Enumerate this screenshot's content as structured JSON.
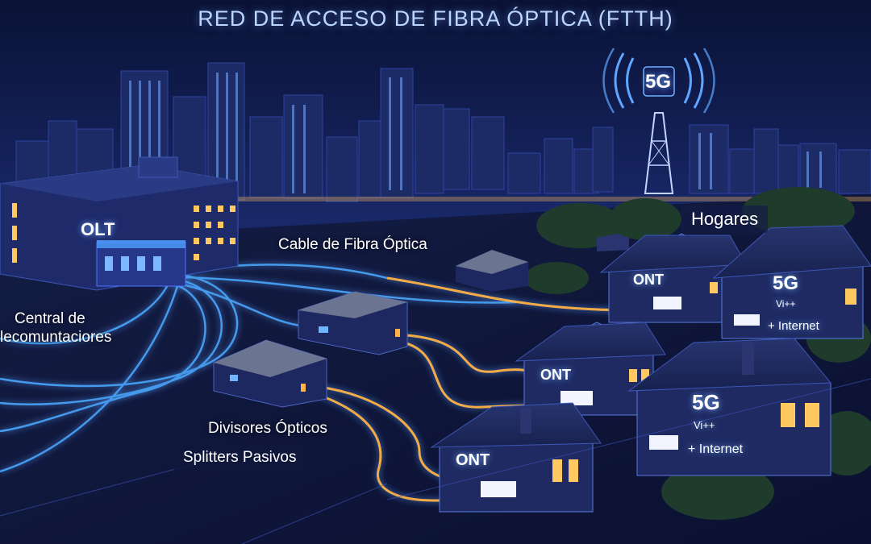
{
  "title": "RED DE ACCESO DE FIBRA ÓPTICA (FTTH)",
  "labels": {
    "olt": "OLT",
    "central_line1": "Central de",
    "central_line2": "lecomuntaciores",
    "cable": "Cable de Fibra Óptica",
    "divisores": "Divisores Ópticos",
    "splitters": "Splitters Pasivos",
    "hogares": "Hogares",
    "tower_5g": "5G"
  },
  "houses": [
    {
      "ont": "ONT"
    },
    {
      "five_g": "5G",
      "vi": "Vi++",
      "internet": "+ Internet"
    },
    {
      "ont": "ONT"
    },
    {
      "five_g": "5G",
      "vi": "Vi++",
      "internet": "+ Internet"
    },
    {
      "ont": "ONT"
    }
  ],
  "colors": {
    "sky": "#0b1640",
    "fiber_blue": "#4aa8ff",
    "fiber_orange": "#ffb347",
    "window": "#ffc861",
    "title": "#bcd6ff"
  }
}
